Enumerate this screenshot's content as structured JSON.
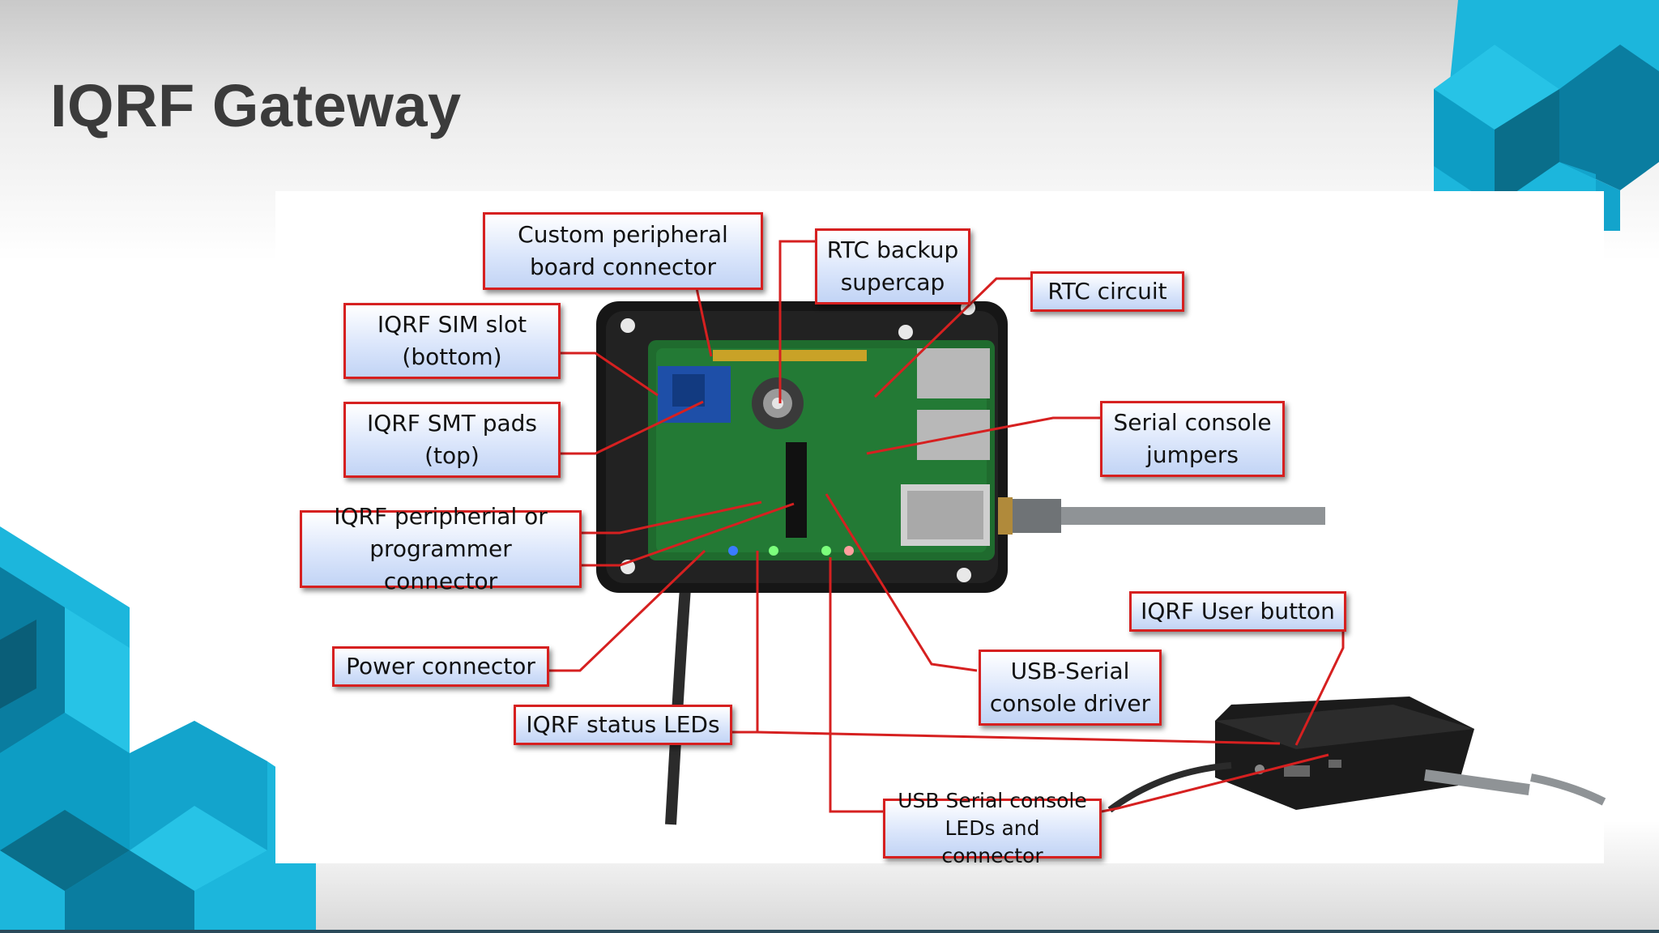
{
  "slide": {
    "title": "IQRF Gateway"
  },
  "callouts": {
    "custom_peripheral": "Custom peripheral\nboard connector",
    "rtc_backup": "RTC backup\nsupercap",
    "rtc_circuit": "RTC circuit",
    "sim_slot": "IQRF SIM slot\n(bottom)",
    "smt_pads": "IQRF SMT pads\n(top)",
    "serial_jumpers": "Serial console\njumpers",
    "peripheral_programmer": "IQRF peripherial  or\nprogrammer connector",
    "user_button": "IQRF User button",
    "power_connector": "Power connector",
    "usb_serial_driver": "USB-Serial\nconsole driver",
    "status_leds": "IQRF status LEDs",
    "usb_serial_leds": "USB Serial console\nLEDs and connector"
  },
  "colors": {
    "callout_border": "#d62020",
    "leader_line": "#d62020",
    "accent_blue": "#0fb4dc",
    "accent_dark": "#0a6e8a",
    "title": "#3b3b3b",
    "pcb": "#1f6b2e",
    "enclosure": "#1a1a1a"
  }
}
